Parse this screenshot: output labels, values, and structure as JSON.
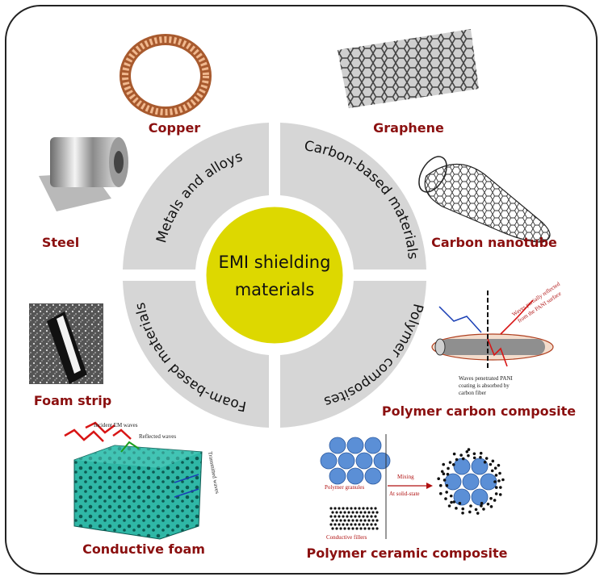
{
  "center": {
    "line1": "EMI shielding",
    "line2": "materials"
  },
  "quadrants": {
    "metals": "Metals and alloys",
    "carbon": "Carbon-based materials",
    "polymer": "Polymer composites",
    "foam": "Foam-based materials"
  },
  "examples": {
    "copper": "Copper",
    "steel": "Steel",
    "foam_strip": "Foam strip",
    "conductive_foam": "Conductive foam",
    "graphene": "Graphene",
    "carbon_nanotube": "Carbon nanotube",
    "polymer_carbon": "Polymer carbon composite",
    "polymer_ceramic": "Polymer ceramic composite"
  },
  "figure_text": {
    "incident": "Incident EM waves",
    "reflected": "Reflected waves",
    "transmitted": "Transmitted waves",
    "waves_reflected_1": "Waves partially reflected",
    "waves_reflected_2": "from the PANI surface",
    "waves_penetrated_1": "Waves penetrated PANI",
    "waves_penetrated_2": "coating is absorbed by",
    "waves_penetrated_3": "carbon fiber",
    "polymer_granules": "Polymer granules",
    "conductive_fillers": "Conductive fillers",
    "mixing": "Mixing",
    "solid_state": "At solid-state"
  },
  "colors": {
    "ring": "#d6d6d6",
    "center": "#ddd800",
    "label": "#8b1010"
  }
}
